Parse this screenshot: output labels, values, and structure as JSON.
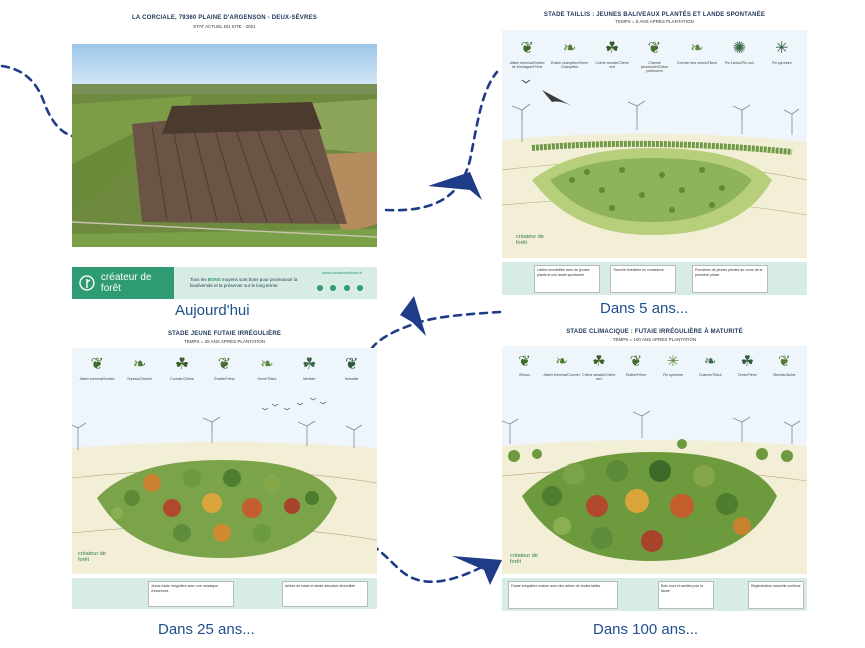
{
  "captions": {
    "today": "Aujourd'hui",
    "five_years": "Dans 5 ans...",
    "twenty_five_years": "Dans 25 ans...",
    "hundred_years": "Dans 100 ans..."
  },
  "panel_today": {
    "title": "LA CORCIALE, 79360 PLAINE D'ARGENSON - DEUX-SÈVRES",
    "subtitle": "ETAT ACTUEL DU SITE - 2021"
  },
  "banner": {
    "logo_text": "créateur de forêt",
    "tagline_prefix": "Tous les ",
    "tagline_highlight": "BONS",
    "tagline_rest": " moyens sont bons pour promouvoir la biodiversité et la préserver sur le long terme",
    "website": "www.createurdeforet.fr"
  },
  "panel_5": {
    "title": "STADE TAILLIS : JEUNES BALIVEAUX PLANTÉS ET LANDE SPONTANÉE",
    "subtitle": "TEMPS = 5 ANS APRÈS PLANTATION",
    "species": [
      "Alisier torminal/Sorbier de Montagne/Frêne",
      "Erable champêtre/Orme Champêtre",
      "Chêne sessile/Chêne vert",
      "Charme pédonculé/Chêne pubescent",
      "Cormier des ormes/Tilleul",
      "Pin Laricio/Pin noir",
      "Pin sylvestre"
    ],
    "logo": "créateur de forêt",
    "info": [
      "Lisière ensoleillée avec de jeunes plants et une lande spontanée",
      "Tranche forestière en croissance",
      "Premières de jeunes plantes au cours de la première phase"
    ]
  },
  "panel_25": {
    "title": "STADE JEUNE FUTAIE IRRÉGULIÈRE",
    "subtitle": "TEMPS = 25 ANS APRÈS PLANTATION",
    "species": [
      "Alisier torminal/Sorbier",
      "Sureau/Charme",
      "Cormier/Chêne",
      "Érable/Frêne",
      "Orme/Tilleul",
      "Merisier",
      "Noisetier"
    ],
    "logo": "créateur de forêt",
    "info": [
      "Jeune futaie irrégulière avec une mosaïque d'essences",
      "Arbres de futaie et strate arbustive diversifiée"
    ]
  },
  "panel_100": {
    "title": "STADE CLIMACIQUE : FUTAIE IRRÉGULIÈRE À MATURITÉ",
    "subtitle": "TEMPS = 100 ANS APRÈS PLANTATION",
    "species": [
      "If/Houx",
      "Alisier torminal/Cormier",
      "Chêne sessile/Chêne vert",
      "Érable/Frêne",
      "Pin sylvestre",
      "Charme/Tilleul",
      "Orme/Frêne",
      "Merisier/Aulne"
    ],
    "logo": "créateur de forêt",
    "info": [
      "Futaie irrégulière mature avec des arbres de toutes tailles",
      "Bois mort et cavités pour la faune",
      "Régénération naturelle continue"
    ]
  },
  "colors": {
    "caption": "#1f4e8c",
    "arrow": "#1f3c88",
    "brand_green": "#2e9b73",
    "banner_bg": "#d7ece2"
  }
}
